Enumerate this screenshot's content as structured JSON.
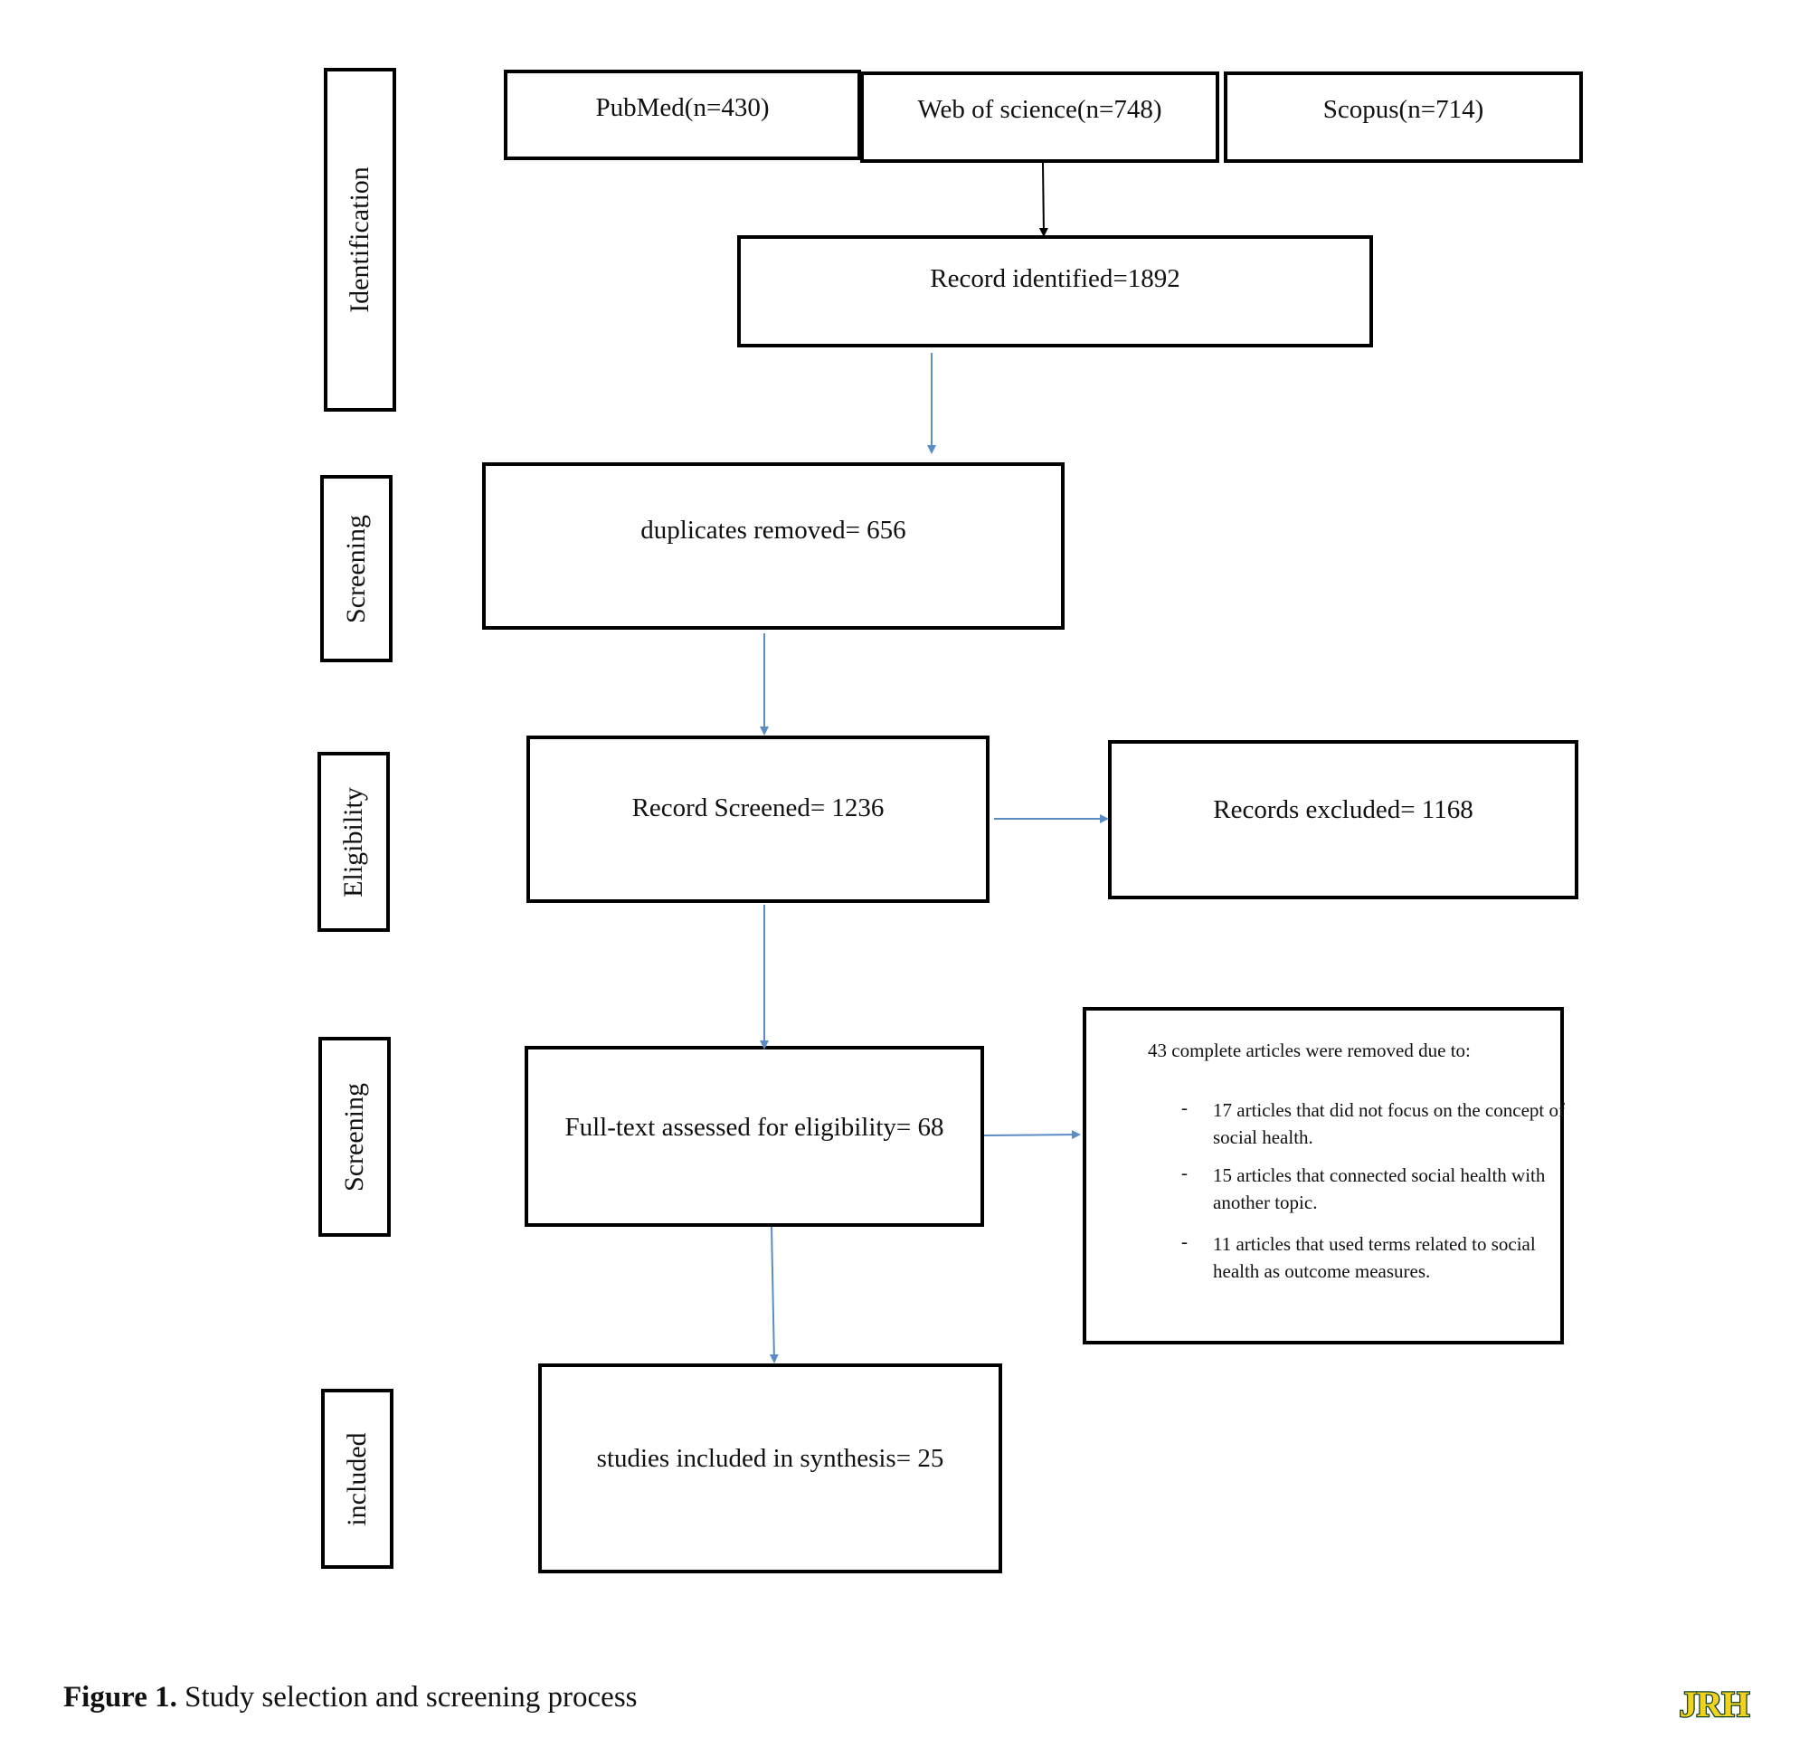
{
  "phases": {
    "identification": "Identification",
    "screening_1": "Screening",
    "eligibility": "Eligibility",
    "screening_2": "Screening",
    "included": "included"
  },
  "sources": {
    "pubmed": "PubMed(n=430)",
    "web_of_science": "Web of science(n=748)",
    "scopus": "Scopus(n=714)"
  },
  "flow": {
    "record_identified": "Record identified=1892",
    "duplicates_removed": "duplicates removed= 656",
    "record_screened": "Record Screened= 1236",
    "records_excluded": "Records excluded= 1168",
    "full_text": "Full-text assessed for eligibility= 68",
    "included_synthesis": "studies included in synthesis= 25"
  },
  "exclusion": {
    "header": "43 complete articles were removed due to:",
    "items": [
      {
        "dash": "-",
        "text": "17 articles that did not focus on the concept of social health."
      },
      {
        "dash": "-",
        "text": "15 articles that connected social health with another topic."
      },
      {
        "dash": "-",
        "text": "11 articles that used terms related to social health as outcome measures."
      }
    ]
  },
  "caption": {
    "label": "Figure 1.",
    "text": "Study selection and screening process"
  },
  "logo": {
    "text": "JRH",
    "colors": {
      "dark": "#0b3d2a",
      "accent": "#f2d21b"
    }
  },
  "colors": {
    "arrow_blue": "#5b8cc4",
    "arrow_black": "#000000"
  }
}
